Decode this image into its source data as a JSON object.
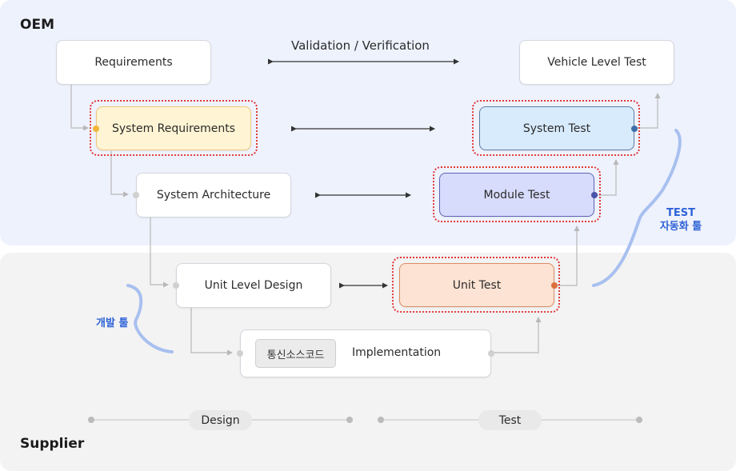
{
  "regions": {
    "oem": "OEM",
    "supplier": "Supplier"
  },
  "nodes": {
    "requirements": "Requirements",
    "vehicle_level_test": "Vehicle Level Test",
    "system_requirements": "System Requirements",
    "system_test": "System Test",
    "system_architecture": "System Architecture",
    "module_test": "Module Test",
    "unit_level_design": "Unit Level Design",
    "unit_test": "Unit Test",
    "source_code_chip": "통신소스코드",
    "implementation": "Implementation"
  },
  "annotations": {
    "validation_verification": "Validation / Verification",
    "dev_tool": "개발 툴",
    "test_automation_line1": "TEST",
    "test_automation_line2": "자동화 툴"
  },
  "timeline": {
    "design": "Design",
    "test": "Test"
  },
  "colors": {
    "oem_bg": "#eef2fd",
    "supplier_bg": "#f3f3f3",
    "highlight_border": "#e23a3a",
    "brace": "#a8c0ef",
    "brace_label": "#2f63d6",
    "yellow_fill": "#fff4d3",
    "blue_fill": "#d8ebfd",
    "lavender_fill": "#d8dcfc",
    "peach_fill": "#fde3d3"
  }
}
